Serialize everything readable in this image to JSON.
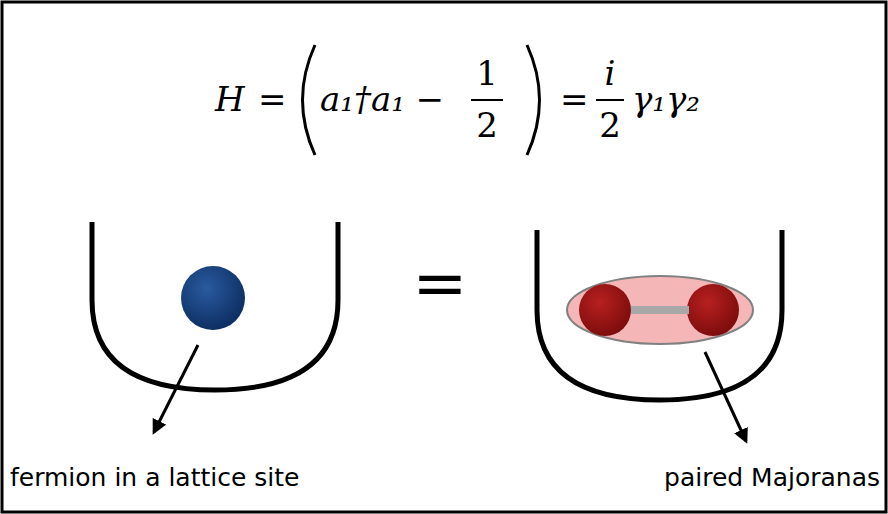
{
  "diagram": {
    "labels": [
      "H",
      "=",
      "a₁†a₁ −",
      "1",
      "2",
      "=",
      "i",
      "2",
      "γ₁γ₂",
      "=",
      "fermion in a lattice site",
      "paired Majoranas"
    ]
  }
}
